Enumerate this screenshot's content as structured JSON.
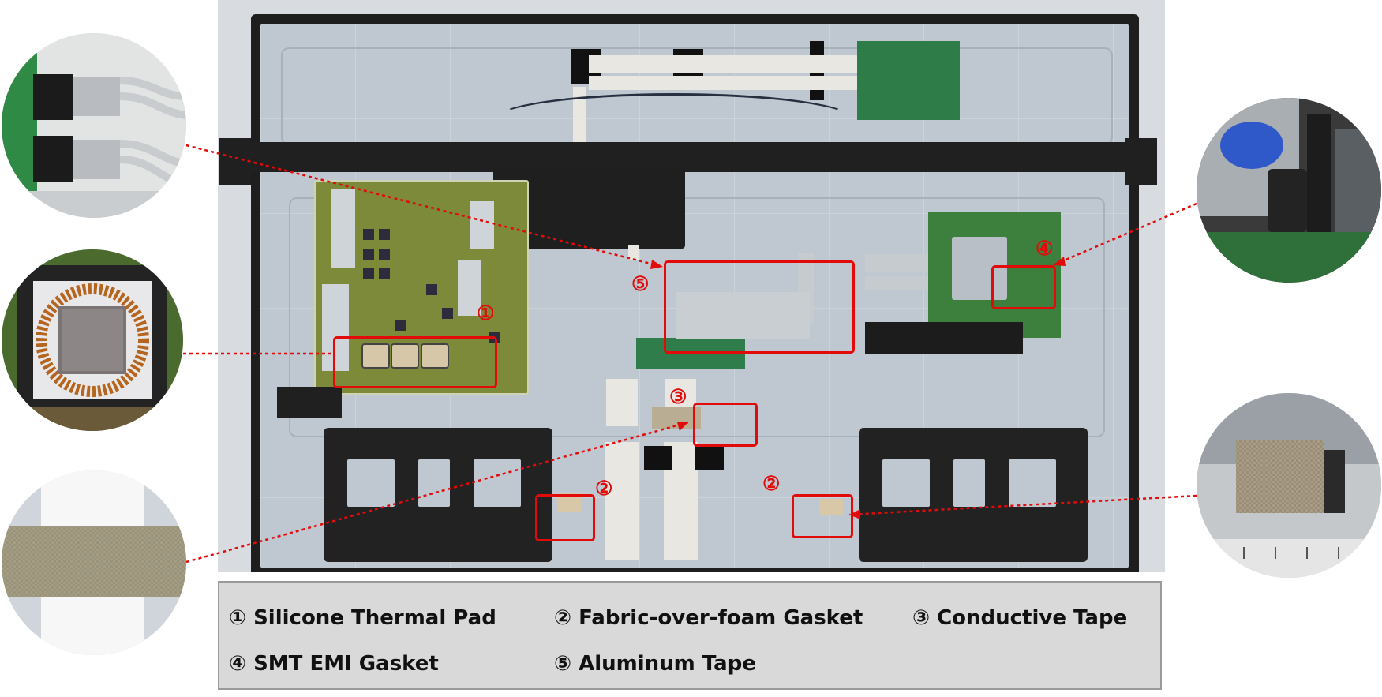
{
  "markers": {
    "m1": "①",
    "m2a": "②",
    "m2b": "②",
    "m3": "③",
    "m4": "④",
    "m5": "⑤"
  },
  "legend": {
    "item1": "① Silicone Thermal Pad",
    "item2": "② Fabric-over-foam Gasket",
    "item3": "③ Conductive Tape",
    "item4": "④ SMT EMI Gasket",
    "item5": "⑤ Aluminum Tape"
  },
  "colors": {
    "highlight": "#e30a0a",
    "legend_bg": "#d9d9d9"
  }
}
